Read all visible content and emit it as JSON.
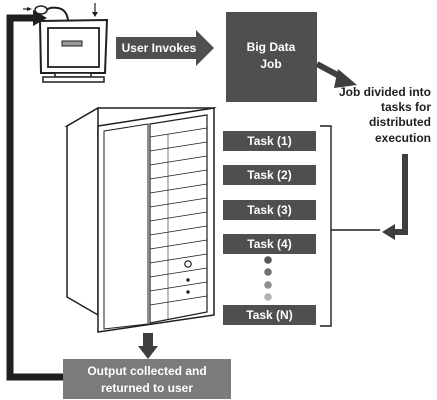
{
  "diagram": {
    "user_invokes": "User Invokes",
    "big_data_job": [
      "Big Data",
      "Job"
    ],
    "job_divided_note": [
      "Job divided into",
      "tasks for",
      "distributed",
      "execution"
    ],
    "tasks": [
      "Task (1)",
      "Task (2)",
      "Task (3)",
      "Task (4)",
      "Task (N)"
    ],
    "output_label": [
      "Output collected and",
      "returned to user"
    ]
  },
  "colors": {
    "dark_box": "#4f4f4f",
    "arrow": "#3f3f3f",
    "output_box": "#7b7b7b",
    "outline": "#1f1f1f",
    "text_light": "#ffffff"
  },
  "icons": {
    "user_workstation": "monitor-with-microphone-icon",
    "server": "tower-server-icon",
    "continuation_dots": "vertical-ellipsis-icon"
  }
}
